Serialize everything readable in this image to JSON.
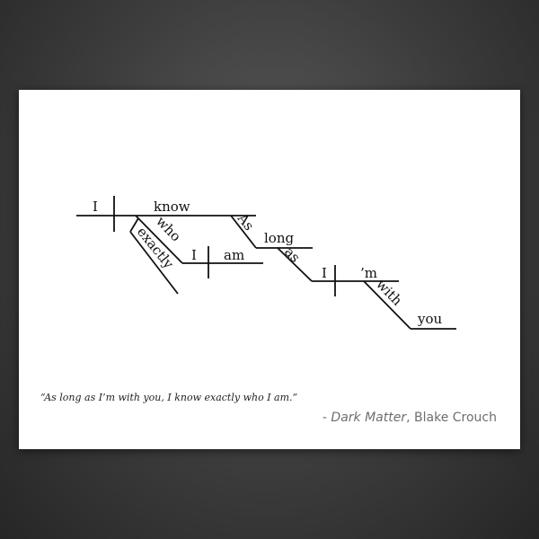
{
  "diagram": {
    "words": {
      "subject": "I",
      "verb": "know",
      "object_who": "who",
      "exactly": "exactly",
      "sub_subject": "I",
      "sub_verb": "am",
      "as_long": "As",
      "long": "long",
      "as": "as",
      "clause_subject": "I",
      "clause_verb": "’m",
      "with": "with",
      "you": "you"
    }
  },
  "quote": {
    "text": "“As long as I’m with you, I know exactly who I am.”",
    "prefix": "- ",
    "work": "Dark Matter",
    "separator": ", ",
    "author": "Blake Crouch"
  },
  "colors": {
    "card": "#ffffff",
    "ink": "#111111",
    "attribution": "#6e6e6e"
  }
}
